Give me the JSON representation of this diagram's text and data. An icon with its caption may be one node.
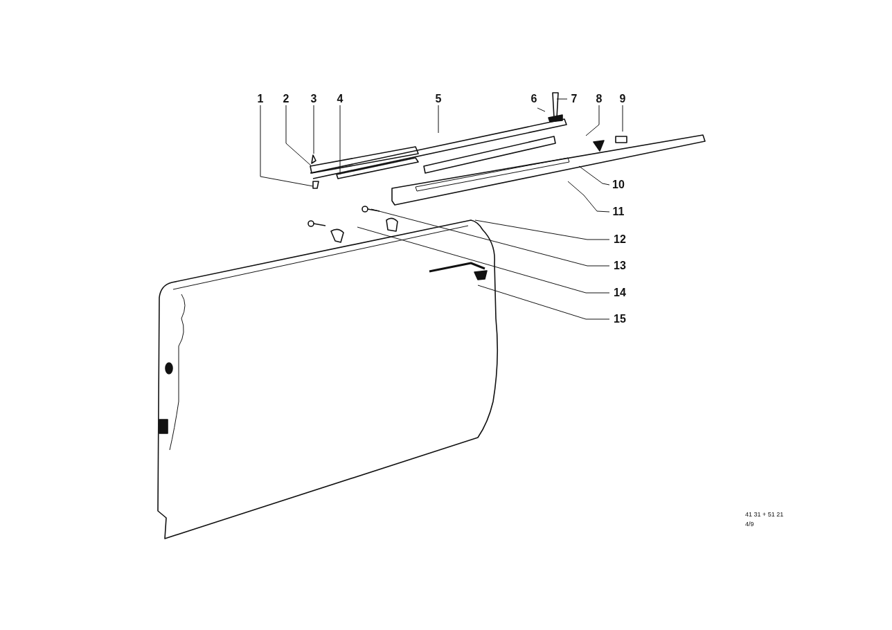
{
  "diagram": {
    "nodes": [
      {
        "text": [
          "1"
        ]
      },
      {
        "text": [
          "2"
        ]
      },
      {
        "text": [
          "3"
        ]
      },
      {
        "text": [
          "4"
        ]
      },
      {
        "text": [
          "5"
        ]
      },
      {
        "text": [
          "6"
        ]
      },
      {
        "text": [
          "7"
        ]
      },
      {
        "text": [
          "8"
        ]
      },
      {
        "text": [
          "9"
        ]
      },
      {
        "text": [
          "10"
        ]
      },
      {
        "text": [
          "11"
        ]
      },
      {
        "text": [
          "12"
        ]
      },
      {
        "text": [
          "13"
        ]
      },
      {
        "text": [
          "14"
        ]
      },
      {
        "text": [
          "15"
        ]
      }
    ],
    "edges": [
      {
        "from": 0,
        "to": null,
        "arrow": "none"
      },
      {
        "from": 1,
        "to": null,
        "arrow": "none"
      },
      {
        "from": 2,
        "to": null,
        "arrow": "none"
      },
      {
        "from": 3,
        "to": null,
        "arrow": "none"
      },
      {
        "from": 4,
        "to": null,
        "arrow": "none"
      },
      {
        "from": 5,
        "to": null,
        "arrow": "none"
      },
      {
        "from": 6,
        "to": null,
        "arrow": "none"
      },
      {
        "from": 7,
        "to": null,
        "arrow": "none"
      },
      {
        "from": 8,
        "to": null,
        "arrow": "none"
      },
      {
        "from": 9,
        "to": null,
        "arrow": "none"
      },
      {
        "from": 10,
        "to": null,
        "arrow": "none"
      },
      {
        "from": 11,
        "to": null,
        "arrow": "none"
      },
      {
        "from": 12,
        "to": null,
        "arrow": "none"
      },
      {
        "from": 13,
        "to": null,
        "arrow": "none"
      },
      {
        "from": 14,
        "to": null,
        "arrow": "none"
      }
    ],
    "labels": [
      "41 31 + 51 21",
      "4/9"
    ]
  }
}
